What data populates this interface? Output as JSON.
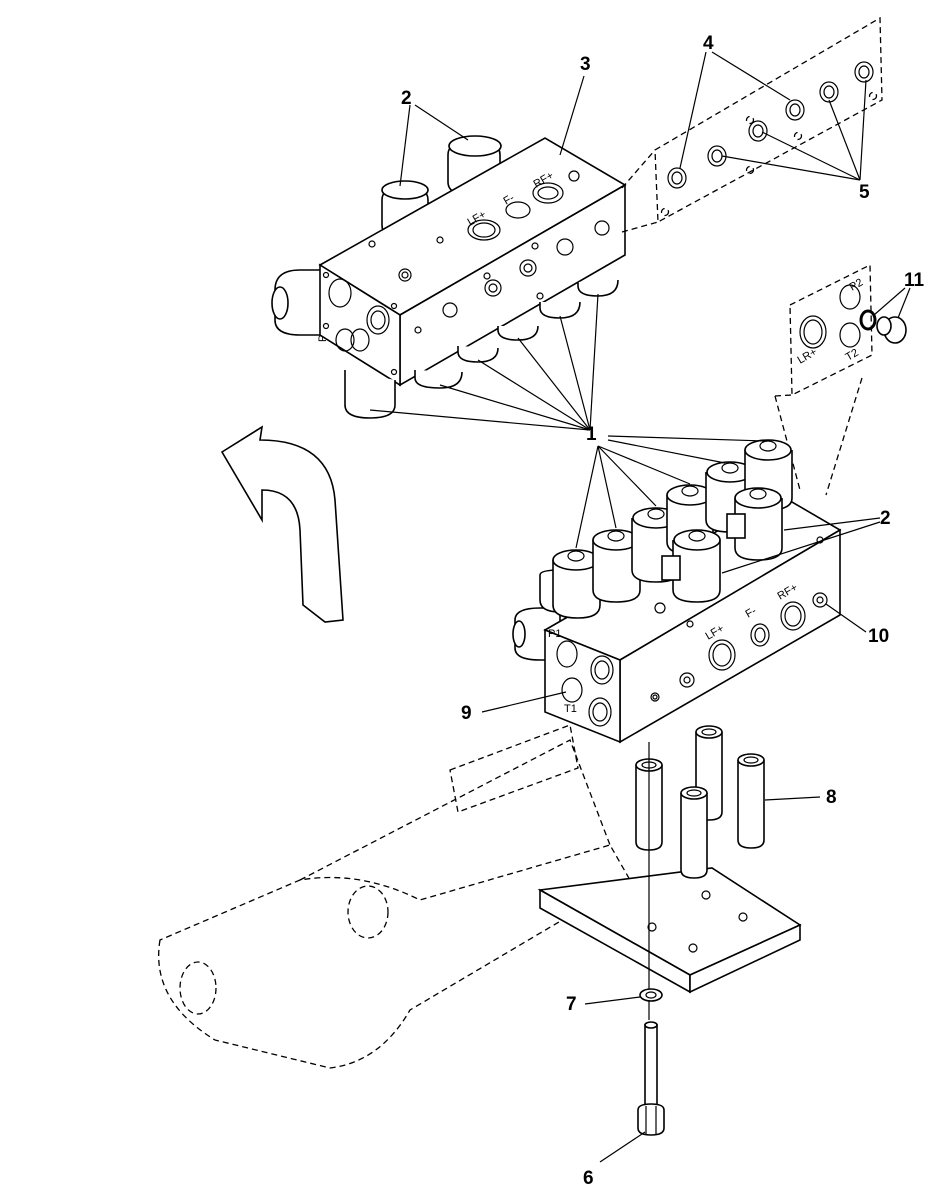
{
  "callouts": {
    "c1": "1",
    "c2_top": "2",
    "c2_right": "2",
    "c3": "3",
    "c4": "4",
    "c5": "5",
    "c6": "6",
    "c7": "7",
    "c8": "8",
    "c9": "9",
    "c10": "10",
    "c11": "11"
  },
  "port_labels": {
    "upper_lf": "LF+",
    "upper_f": "F-",
    "upper_rf": "RF+",
    "lower_lf": "LF+",
    "lower_f": "F-",
    "lower_rf": "RF+",
    "detail_lr": "LR+",
    "detail_p2": "P2",
    "detail_t2": "T2",
    "upper_side": "P",
    "lower_side_p": "P1",
    "lower_side_t": "T1"
  }
}
